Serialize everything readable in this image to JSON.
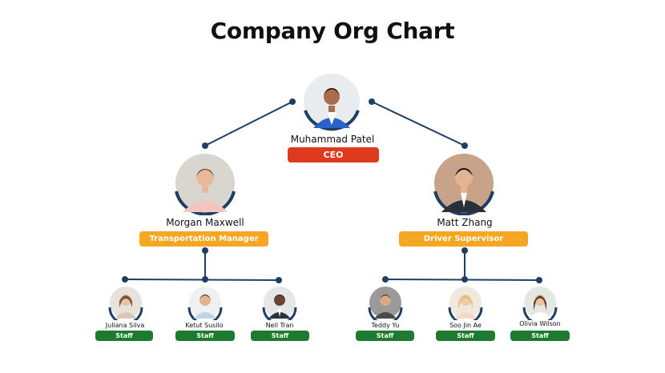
{
  "title": "Company Org Chart",
  "colors": {
    "ceo_badge": "#E03A1E",
    "manager_badge": "#F5A623",
    "staff_badge": "#1E7A2E",
    "connector": "#1E3F63",
    "photo_ring": "#1E3F63"
  },
  "ceo": {
    "name": "Muhammad Patel",
    "role": "CEO"
  },
  "managers": [
    {
      "name": "Morgan Maxwell",
      "role": "Transportation Manager",
      "staff": [
        {
          "name": "Juliana Silva",
          "role": "Staff"
        },
        {
          "name": "Ketut Susilo",
          "role": "Staff"
        },
        {
          "name": "Neil Tran",
          "role": "Staff"
        }
      ]
    },
    {
      "name": "Matt Zhang",
      "role": "Driver Supervisor",
      "staff": [
        {
          "name": "Teddy Yu",
          "role": "Staff"
        },
        {
          "name": "Soo Jin Ae",
          "role": "Staff"
        },
        {
          "name": "Olivia Wilson",
          "role": "Staff"
        }
      ]
    }
  ]
}
